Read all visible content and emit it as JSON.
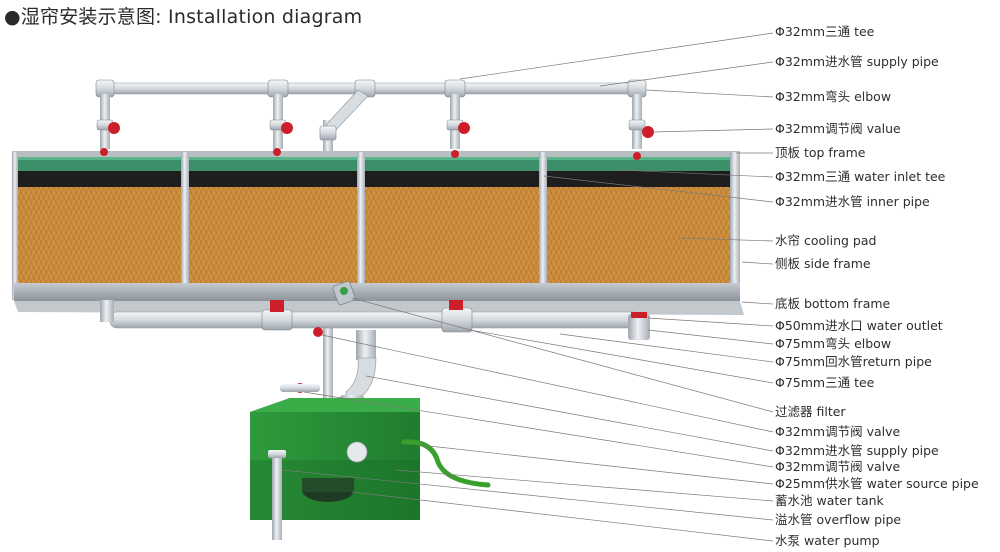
{
  "title": "●湿帘安装示意图: Installation diagram",
  "labels": [
    "Φ32mm三通 tee",
    "Φ32mm进水管 supply pipe",
    "Φ32mm弯头 elbow",
    "Φ32mm调节阀 value",
    "顶板 top frame",
    "Φ32mm三通 water inlet tee",
    "Φ32mm进水管 inner pipe",
    "水帘 cooling pad",
    "侧板 side frame",
    "底板 bottom frame",
    "Φ50mm进水口 water outlet",
    "Φ75mm弯头 elbow",
    "Φ75mm回水管return pipe",
    "Φ75mm三通 tee",
    "过滤器 filter",
    "Φ32mm调节阀 valve",
    "Φ32mm进水管 supply pipe",
    "Φ32mm调节阀 valve",
    "Φ25mm供水管 water source pipe",
    "蓄水池 water tank",
    "溢水管 overflow pipe",
    "水泵 water pump"
  ],
  "colors": {
    "pad": "#c88a3a",
    "frame": "#9aa0a6",
    "pipe": "#d9dde2",
    "valve": "#cc1f2a",
    "tank": "#2e8b3a",
    "hose": "#3aa02c"
  }
}
